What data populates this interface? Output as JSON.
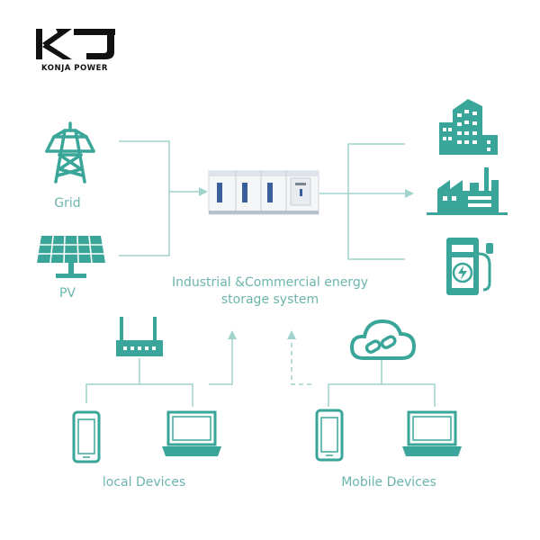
{
  "logo": {
    "text": "KONJA POWER"
  },
  "labels": {
    "grid": "Grid",
    "pv": "PV",
    "system_line1": "Industrial &Commercial energy",
    "system_line2": "storage system",
    "local": "local Devices",
    "mobile": "Mobile Devices"
  },
  "colors": {
    "accent": "#3aa69a",
    "line": "#9fd3cc",
    "text": "#6cb5ad"
  }
}
